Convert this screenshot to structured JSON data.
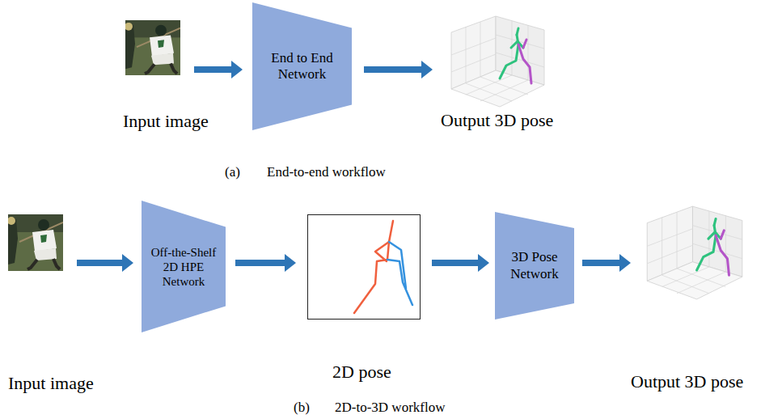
{
  "diagram": {
    "nodes": [
      {
        "text": [
          "Input image"
        ]
      },
      {
        "text": [
          "End to End Network"
        ]
      },
      {
        "text": [
          "Output 3D pose"
        ]
      },
      {
        "text": [
          "Input image"
        ]
      },
      {
        "text": [
          "Off-the-Shelf 2D HPE Network"
        ]
      },
      {
        "text": [
          "2D pose"
        ]
      },
      {
        "text": [
          "3D Pose Network"
        ]
      },
      {
        "text": [
          "Output 3D pose"
        ]
      }
    ],
    "edges": [
      {
        "from": 0,
        "to": 1,
        "arrow": "to"
      },
      {
        "from": 1,
        "to": 2,
        "arrow": "to"
      },
      {
        "from": 3,
        "to": 4,
        "arrow": "to"
      },
      {
        "from": 4,
        "to": 5,
        "arrow": "to"
      },
      {
        "from": 5,
        "to": 6,
        "arrow": "to"
      },
      {
        "from": 6,
        "to": 7,
        "arrow": "to"
      }
    ],
    "labels": [
      "(a)",
      "End-to-end workflow",
      "(b)",
      "2D-to-3D workflow"
    ]
  }
}
